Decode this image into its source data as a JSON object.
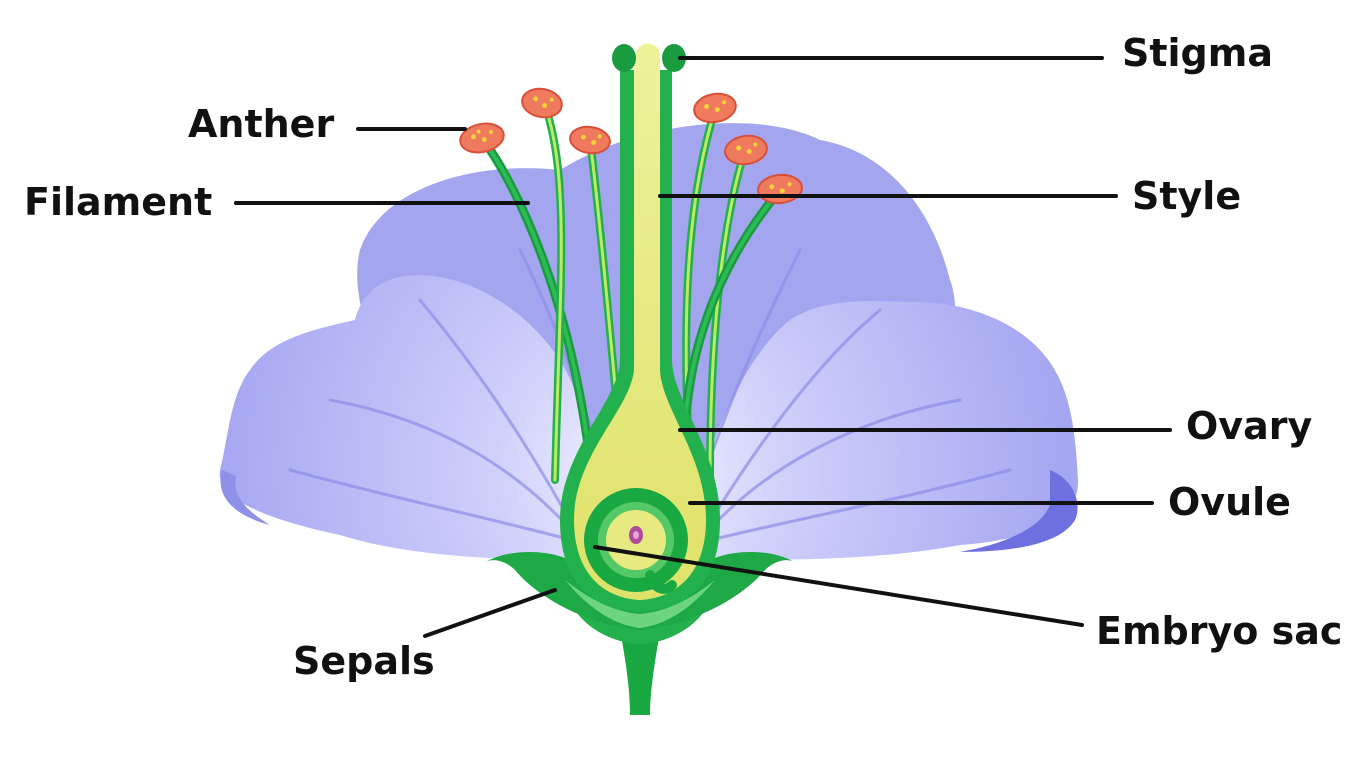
{
  "diagram": {
    "colors": {
      "petal": "#aaaaf2",
      "petal_dark": "#7f80e6",
      "petal_vein": "#8d8ee9",
      "green": "#22b14c",
      "dark_green": "#0d8a36",
      "yellow": "#e9ec86",
      "anther": "#f07a5d",
      "pollen": "#f4d23a",
      "embryo_nucleus": "#b04a9e",
      "leader_line": "#111111"
    },
    "labels": {
      "stigma": "Stigma",
      "style": "Style",
      "ovary": "Ovary",
      "ovule": "Ovule",
      "embryo_sac": "Embryo sac",
      "anther": "Anther",
      "filament": "Filament",
      "sepals": "Sepals"
    }
  }
}
